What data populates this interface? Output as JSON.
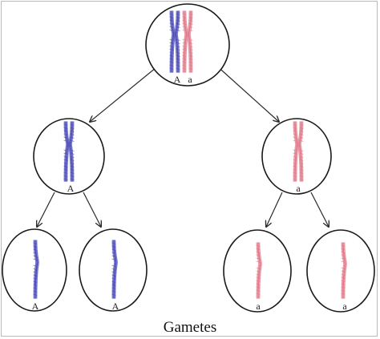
{
  "caption": "Gametes",
  "colors": {
    "dominant": "#4a4ab8",
    "recessive": "#e07a8a",
    "outline": "#1a1a1a"
  },
  "cells": {
    "parent": {
      "labels": [
        "A",
        "a"
      ]
    },
    "left_daughter": {
      "label": "A"
    },
    "right_daughter": {
      "label": "a"
    },
    "gamete_1": {
      "label": "A"
    },
    "gamete_2": {
      "label": "A"
    },
    "gamete_3": {
      "label": "a"
    },
    "gamete_4": {
      "label": "a"
    }
  }
}
